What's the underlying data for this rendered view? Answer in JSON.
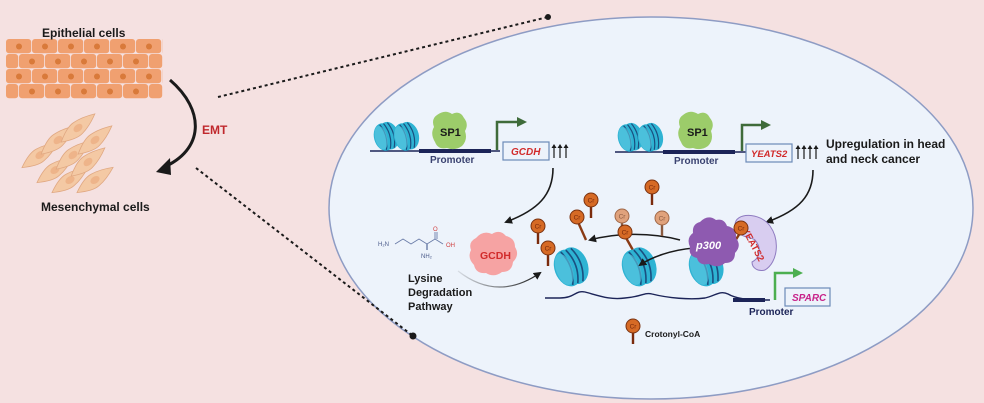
{
  "left_panel": {
    "epithelial_label": "Epithelial cells",
    "mesenchymal_label": "Mesenchymal cells",
    "transition_label": "EMT"
  },
  "gene_cassettes": [
    {
      "transcription_factor": "SP1",
      "promoter_label": "Promoter",
      "gene": "GCDH",
      "upregulation_arrows": 3
    },
    {
      "transcription_factor": "SP1",
      "promoter_label": "Promoter",
      "gene": "YEATS2",
      "upregulation_arrows": 4
    }
  ],
  "upregulation_note": {
    "line1": "Upregulation in head",
    "line2": "and neck cancer"
  },
  "lysine": {
    "molecule_labels": {
      "amine_left": "H₂N",
      "carbonyl_o": "O",
      "hydroxyl": "OH",
      "amine_alpha": "NH₂"
    },
    "pathway_line1": "Lysine",
    "pathway_line2": "Degradation",
    "pathway_line3": "Pathway"
  },
  "enzymes": {
    "gcdh": "GCDH",
    "p300": "p300",
    "yeats2": "YEATS2"
  },
  "crotonyl": {
    "marker_label": "Cr",
    "legend_label": "Crotonyl-CoA"
  },
  "target": {
    "promoter_label": "Promoter",
    "gene": "SPARC"
  },
  "colors": {
    "background": "#f5e1e1",
    "nucleus_fill": "#edf3fb",
    "nucleus_stroke": "#8e9cc4",
    "epithelial": "#f0a070",
    "epithelial_nucleus": "#d97a3a",
    "mesenchymal": "#f4c9a4",
    "nucleosome": "#2eb3d3",
    "nucleosome_dark": "#1b7fa6",
    "dna": "#1c2458",
    "sp1": "#9ccc6a",
    "tss_arrow_dark": "#3f6b3a",
    "tss_arrow_green": "#4caf50",
    "gene_red": "#d12b2b",
    "sparc_magenta": "#c8248a",
    "gcdh_fill": "#f6a3a3",
    "p300": "#8e5ab0",
    "yeats2_fill": "#d8cdf0",
    "cr_dark": "#d66a25",
    "cr_light": "#e0a27c",
    "emt_red": "#c0282d"
  }
}
